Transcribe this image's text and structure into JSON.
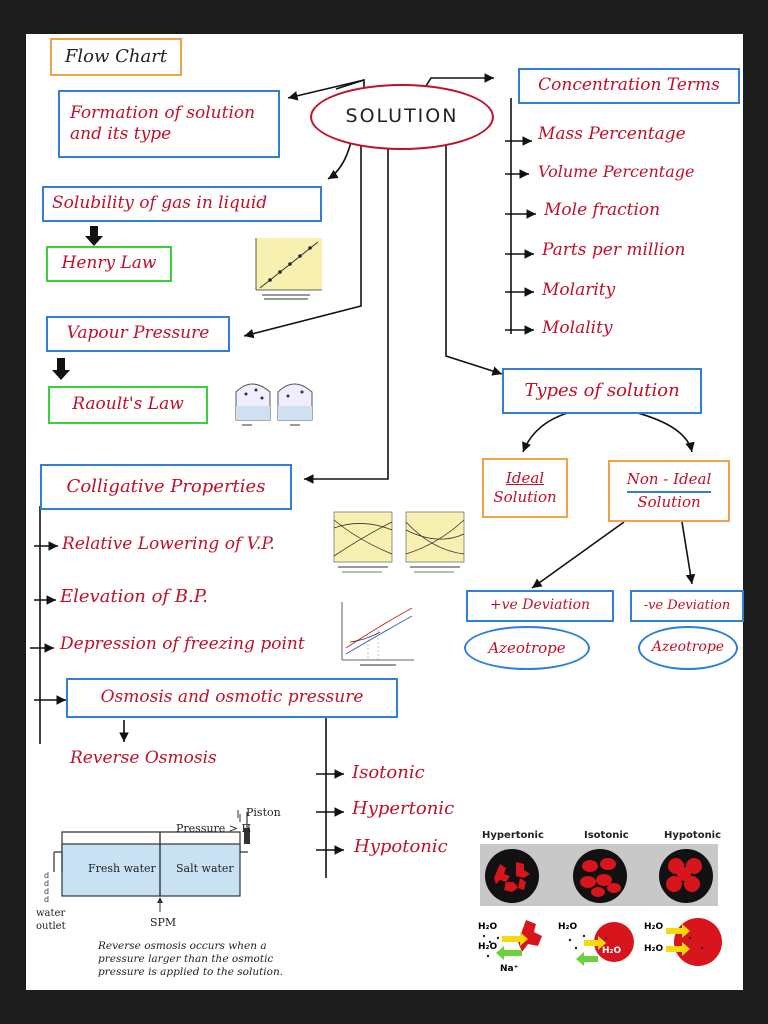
{
  "header": {
    "title": "Flow Chart"
  },
  "center": {
    "label": "SOLUTION"
  },
  "left": {
    "formation": [
      "Formation of solution",
      "and its type"
    ],
    "solubility": "Solubility of gas in liquid",
    "henry": "Henry Law",
    "vapour": "Vapour Pressure",
    "raoult": "Raoult's Law",
    "colligative": "Colligative Properties",
    "colligative_items": [
      "Relative Lowering of V.P.",
      "Elevation of B.P.",
      "Depression of freezing point"
    ],
    "osmosis": "Osmosis and osmotic pressure",
    "reverse": "Reverse Osmosis"
  },
  "right": {
    "concentration": "Concentration Terms",
    "concentration_items": [
      "Mass Percentage",
      "Volume Percentage",
      "Mole fraction",
      "Parts per million",
      "Molarity",
      "Molality"
    ],
    "types": "Types of solution",
    "ideal": [
      "Ideal",
      "Solution"
    ],
    "nonideal": [
      "Non - Ideal",
      "Solution"
    ],
    "pos_dev": "+ve Deviation",
    "neg_dev": "-ve Deviation",
    "azeotrope": "Azeotrope"
  },
  "tonicity": {
    "items": [
      "Isotonic",
      "Hypertonic",
      "Hypotonic"
    ]
  },
  "reverse_osmosis_figure": {
    "piston": "Piston",
    "pressure": "Pressure > Π",
    "fresh": "Fresh water",
    "salt": "Salt water",
    "spm": "SPM",
    "outlet": [
      "water",
      "outlet"
    ],
    "caption": [
      "Reverse osmosis occurs when a",
      "pressure larger than the osmotic",
      "pressure is applied to the solution."
    ]
  },
  "cells_figure": {
    "headers": [
      "Hypertonic",
      "Isotonic",
      "Hypotonic"
    ],
    "h2o": "H₂O",
    "na": "Na⁺"
  },
  "colors": {
    "handwriting": "#c0102a",
    "blue_box": "#2f7fd6",
    "orange_box": "#f0a24a",
    "green_box": "#3ccf3c",
    "cell_red": "#d8141c",
    "thumb_yellow": "#f7f0b0"
  }
}
